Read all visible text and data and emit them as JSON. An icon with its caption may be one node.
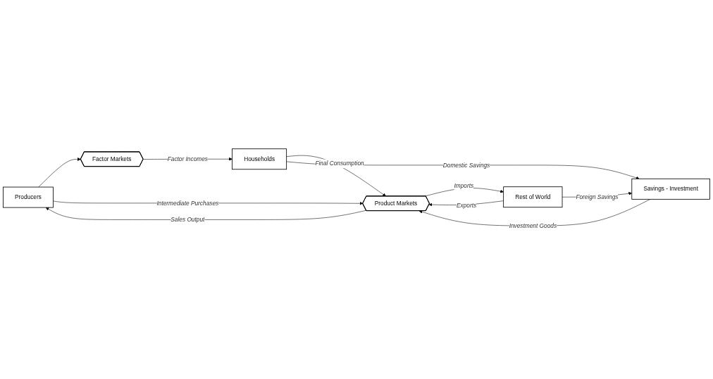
{
  "diagram": {
    "nodes": [
      {
        "text": [
          "Producers"
        ]
      },
      {
        "text": [
          "Rest of World"
        ]
      },
      {
        "text": [
          "Factor Markets"
        ]
      },
      {
        "text": [
          "Product Markets"
        ]
      },
      {
        "text": [
          "Households"
        ]
      },
      {
        "text": [
          "Savings - Investment"
        ]
      }
    ],
    "edges": [
      {
        "from": 0,
        "to": 2,
        "arrow": "to"
      },
      {
        "from": 3,
        "to": 0,
        "arrow": "to",
        "label": "Sales Output"
      },
      {
        "from": 0,
        "to": 3,
        "arrow": "to",
        "label": "Intermediate Purchases"
      },
      {
        "from": 3,
        "to": 1,
        "arrow": "to",
        "label": "Imports"
      },
      {
        "from": 1,
        "to": 3,
        "arrow": "to",
        "label": "Exports"
      },
      {
        "from": 1,
        "to": 5,
        "arrow": "to",
        "label": "Foreign Savings"
      },
      {
        "from": 2,
        "to": 4,
        "arrow": "to",
        "label": "Factor Incomes"
      },
      {
        "from": 4,
        "to": 3,
        "arrow": "to",
        "label": "Final Consumption"
      },
      {
        "from": 5,
        "to": 3,
        "arrow": "to",
        "label": "Investment Goods"
      },
      {
        "from": 4,
        "to": 5,
        "arrow": "to",
        "label": "Domestic Savings"
      }
    ]
  }
}
